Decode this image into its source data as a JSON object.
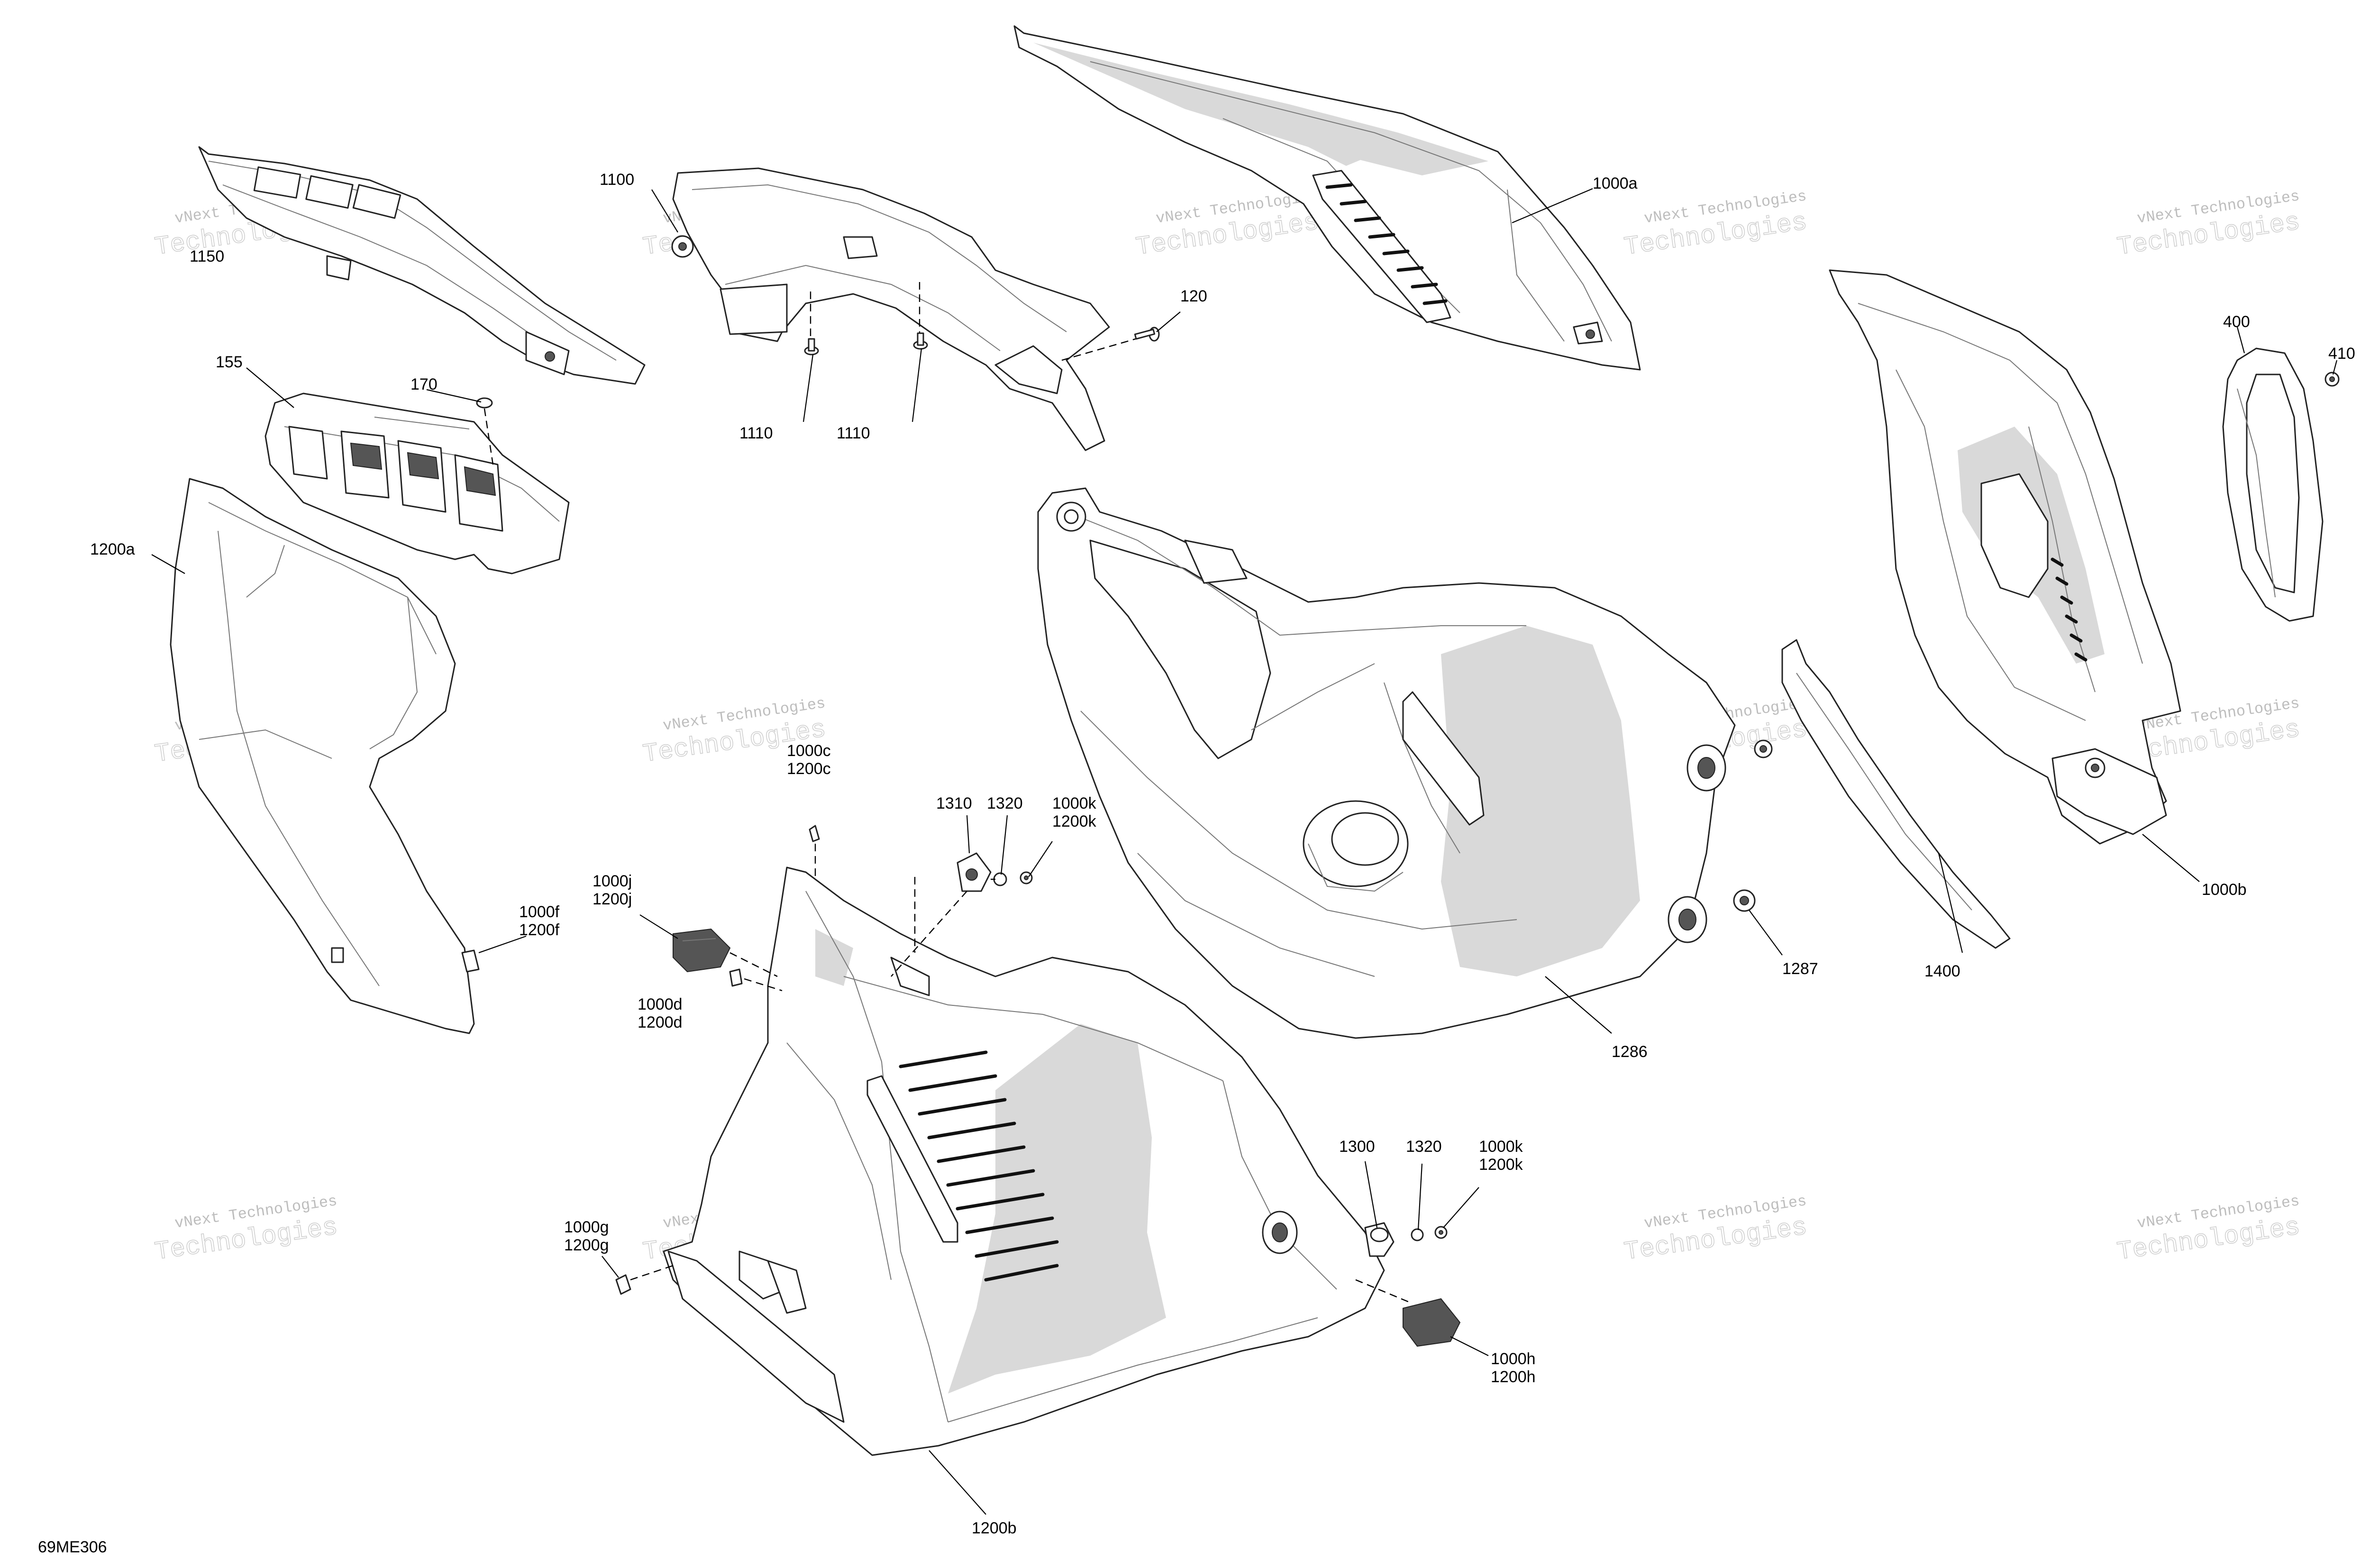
{
  "watermark": {
    "line1": "vNext Technologies",
    "line2": "Technologies"
  },
  "drawing_code": "69ME306",
  "callouts": {
    "c1150": "1150",
    "c1100": "1100",
    "c1110a": "1110",
    "c1110b": "1110",
    "c120": "120",
    "c1000a": "1000a",
    "c155": "155",
    "c170": "170",
    "c1200a": "1200a",
    "c400": "400",
    "c410": "410",
    "c1000c": "1000c",
    "c1200c": "1200c",
    "c1310": "1310",
    "c1320a": "1320",
    "c1000k_a": "1000k",
    "c1200k_a": "1200k",
    "c1000j": "1000j",
    "c1200j": "1200j",
    "c1000f": "1000f",
    "c1200f": "1200f",
    "c1000d": "1000d",
    "c1200d": "1200d",
    "c1287": "1287",
    "c1400": "1400",
    "c1000b": "1000b",
    "c1286": "1286",
    "c1300": "1300",
    "c1320b": "1320",
    "c1000k_b": "1000k",
    "c1200k_b": "1200k",
    "c1000g": "1000g",
    "c1200g": "1200g",
    "c1000h": "1000h",
    "c1200h": "1200h",
    "c1200b": "1200b"
  }
}
